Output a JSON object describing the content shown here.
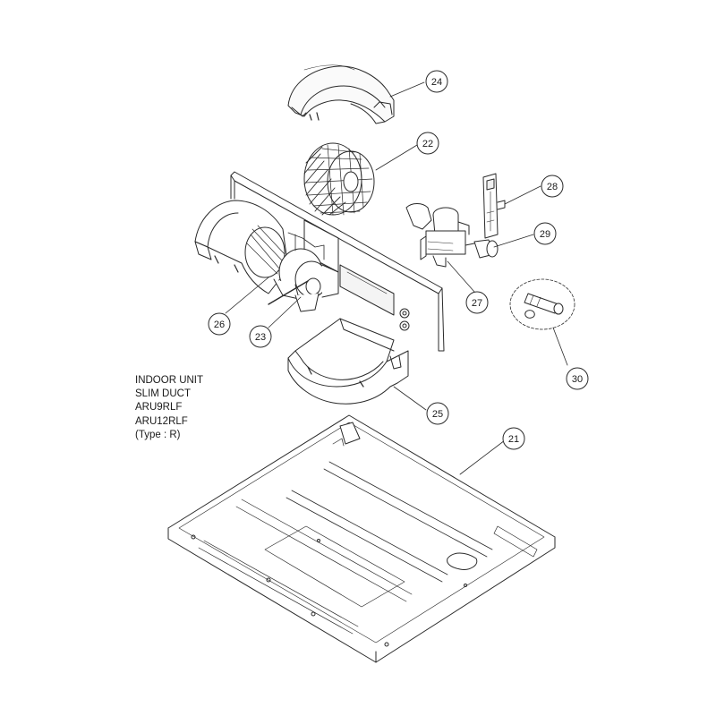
{
  "info_block": {
    "line1": "INDOOR UNIT",
    "line2": "SLIM DUCT",
    "line3": "ARU9RLF",
    "line4": "ARU12RLF",
    "line5": "(Type : R)"
  },
  "callouts": [
    {
      "number": "24",
      "part": "upper-scroll-casing"
    },
    {
      "number": "22",
      "part": "fan-wheel"
    },
    {
      "number": "28",
      "part": "drain-pump-bracket"
    },
    {
      "number": "29",
      "part": "float-switch"
    },
    {
      "number": "27",
      "part": "drain-pump"
    },
    {
      "number": "30",
      "part": "drain-hose-assembly"
    },
    {
      "number": "26",
      "part": "fan-casing-assembly"
    },
    {
      "number": "23",
      "part": "fan-motor"
    },
    {
      "number": "25",
      "part": "lower-scroll-casing"
    },
    {
      "number": "21",
      "part": "base-panel"
    }
  ]
}
